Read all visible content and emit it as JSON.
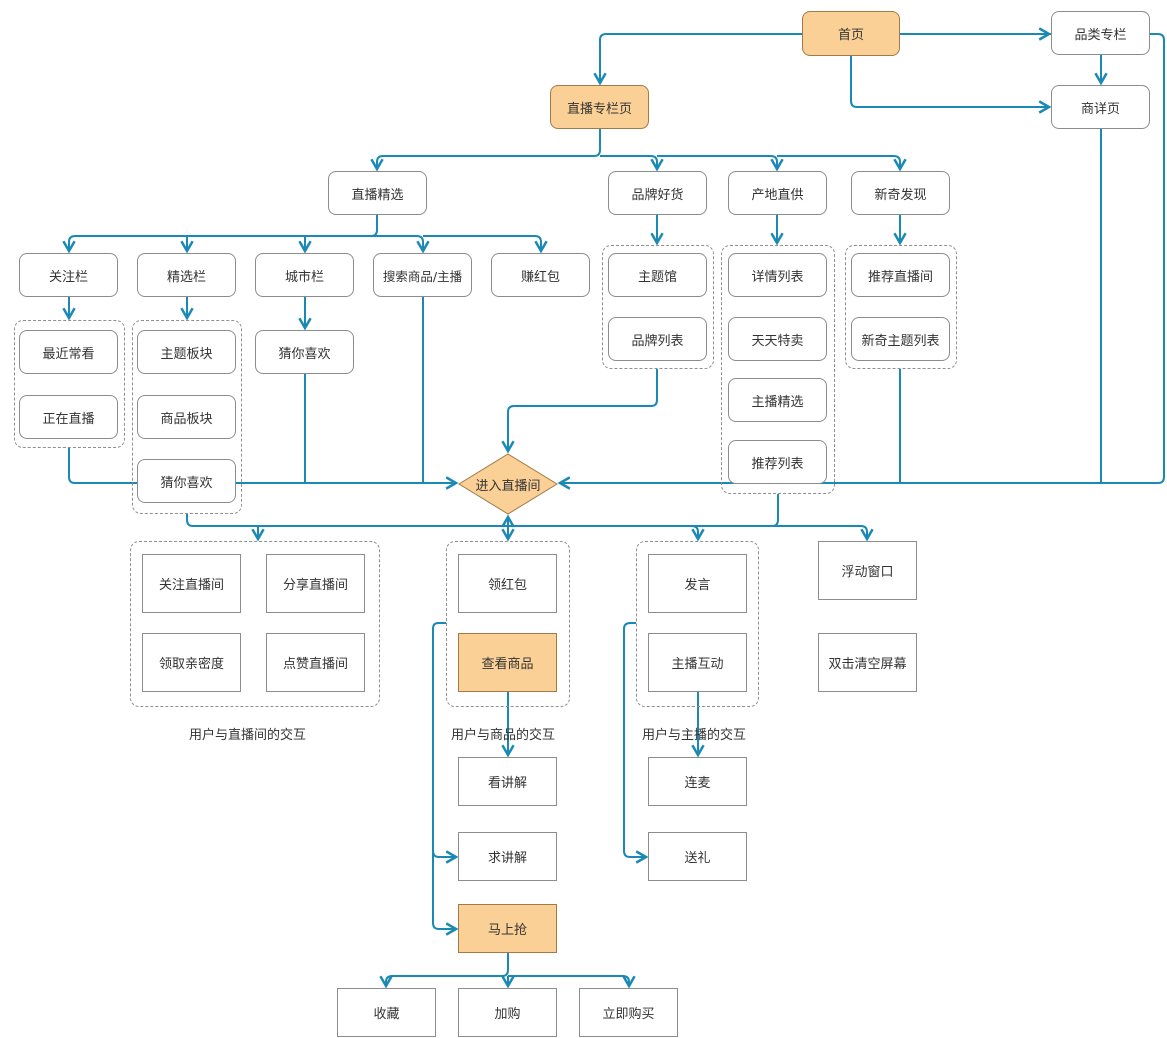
{
  "colors": {
    "connector": "#1a8ab5",
    "highlight": "#fad096",
    "border": "#8c8c8c"
  },
  "nodes": {
    "home": "首页",
    "category": "品类专栏",
    "product_detail": "商详页",
    "live_column": "直播专栏页",
    "live_select": "直播精选",
    "brand_goods": "品牌好货",
    "origin_supply": "产地直供",
    "novelty": "新奇发现",
    "follow_bar": "关注栏",
    "select_bar": "精选栏",
    "city_bar": "城市栏",
    "search": "搜索商品/主播",
    "earn_redpacket": "赚红包",
    "recent_view": "最近常看",
    "now_live": "正在直播",
    "topic_block": "主题板块",
    "goods_block": "商品板块",
    "guess_like_1": "猜你喜欢",
    "guess_like_2": "猜你喜欢",
    "theme_hall": "主题馆",
    "brand_list": "品牌列表",
    "detail_list": "详情列表",
    "daily_special": "天天特卖",
    "anchor_select": "主播精选",
    "recommend_list": "推荐列表",
    "recommend_live": "推荐直播间",
    "novel_topic_list": "新奇主题列表",
    "enter_live": "进入直播间",
    "follow_live": "关注直播间",
    "share_live": "分享直播间",
    "get_intimacy": "领取亲密度",
    "like_live": "点赞直播间",
    "get_redpacket": "领红包",
    "view_goods": "查看商品",
    "speak": "发言",
    "anchor_interact": "主播互动",
    "float_window": "浮动窗口",
    "double_tap_clear": "双击清空屏幕",
    "watch_explain": "看讲解",
    "ask_explain": "求讲解",
    "buy_now_rush": "马上抢",
    "mic_link": "连麦",
    "send_gift": "送礼",
    "favorite": "收藏",
    "add_cart": "加购",
    "buy_now": "立即购买"
  },
  "captions": {
    "user_live": "用户与直播间的交互",
    "user_goods": "用户与商品的交互",
    "user_anchor": "用户与主播的交互"
  }
}
